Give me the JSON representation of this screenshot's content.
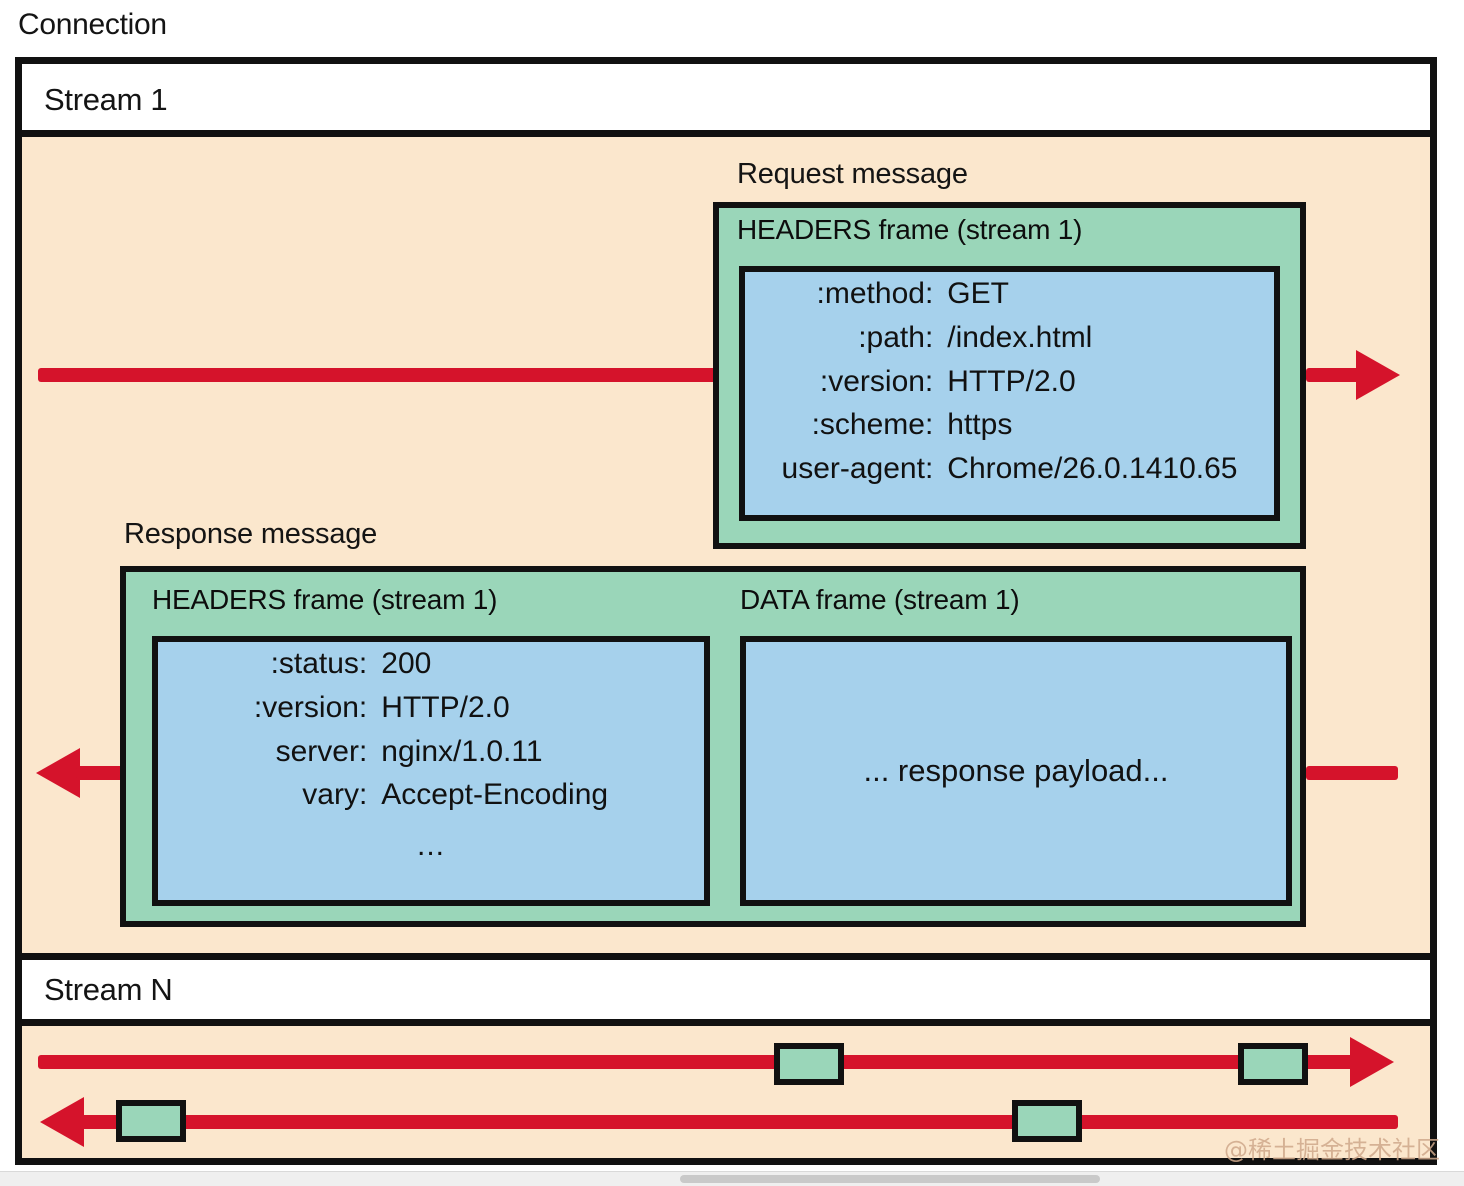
{
  "diagram": {
    "title": "Connection",
    "watermark": "@稀土掘金技术社区"
  },
  "streams": [
    {
      "name": "stream-1",
      "label": "Stream 1"
    },
    {
      "name": "stream-n",
      "label": "Stream N"
    }
  ],
  "request_message": {
    "label": "Request message",
    "frame_title": "HEADERS frame (stream 1)",
    "headers": [
      {
        "key": ":method:",
        "value": "GET"
      },
      {
        "key": ":path:",
        "value": "/index.html"
      },
      {
        "key": ":version:",
        "value": "HTTP/2.0"
      },
      {
        "key": ":scheme:",
        "value": "https"
      },
      {
        "key": "user-agent:",
        "value": "Chrome/26.0.1410.65"
      }
    ]
  },
  "response_message": {
    "label": "Response message",
    "headers_frame_title": "HEADERS frame (stream 1)",
    "headers": [
      {
        "key": ":status:",
        "value": "200"
      },
      {
        "key": ":version:",
        "value": "HTTP/2.0"
      },
      {
        "key": "server:",
        "value": "nginx/1.0.11"
      },
      {
        "key": "vary:",
        "value": "Accept-Encoding"
      }
    ],
    "headers_more": "...",
    "data_frame_title": "DATA frame (stream 1)",
    "data_payload": "... response payload..."
  },
  "colors": {
    "frame_green": "#9ad6b9",
    "payload_blue": "#a6d1ec",
    "stream_beige": "#fbe7cd",
    "flow_red": "#d5132b",
    "outline_black": "#111111"
  }
}
